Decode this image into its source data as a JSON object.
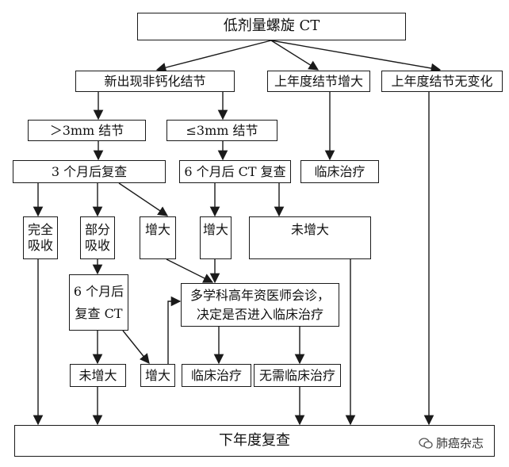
{
  "nodes": {
    "root": "低剂量螺旋 CT",
    "new_nodule": "新出现非钙化结节",
    "prev_increase": "上年度结节增大",
    "prev_unchanged": "上年度结节无变化",
    "gt3": "＞3mm 结节",
    "le3": "≤3mm 结节",
    "recheck_3m": "3 个月后复查",
    "ct_6m": "6 个月后 CT 复查",
    "clinical_1": "临床治疗",
    "full_absorb": [
      "完全",
      "吸收"
    ],
    "partial_absorb": [
      "部分",
      "吸收"
    ],
    "enlarged_1": "增大",
    "enlarged_2": "增大",
    "not_increased_1": "未增大",
    "recheck_6m_ct": [
      "6 个月后",
      "复查 CT"
    ],
    "mdt": [
      "多学科高年资医师会诊，",
      "决定是否进入临床治疗"
    ],
    "not_increased_2": "未增大",
    "enlarged_3": "增大",
    "clinical_2": "临床治疗",
    "no_clinical": "无需临床治疗",
    "next_year": "下年度复查"
  },
  "watermark": "肺癌杂志",
  "colors": {
    "line": "#1a1a1a",
    "text": "#111111"
  }
}
